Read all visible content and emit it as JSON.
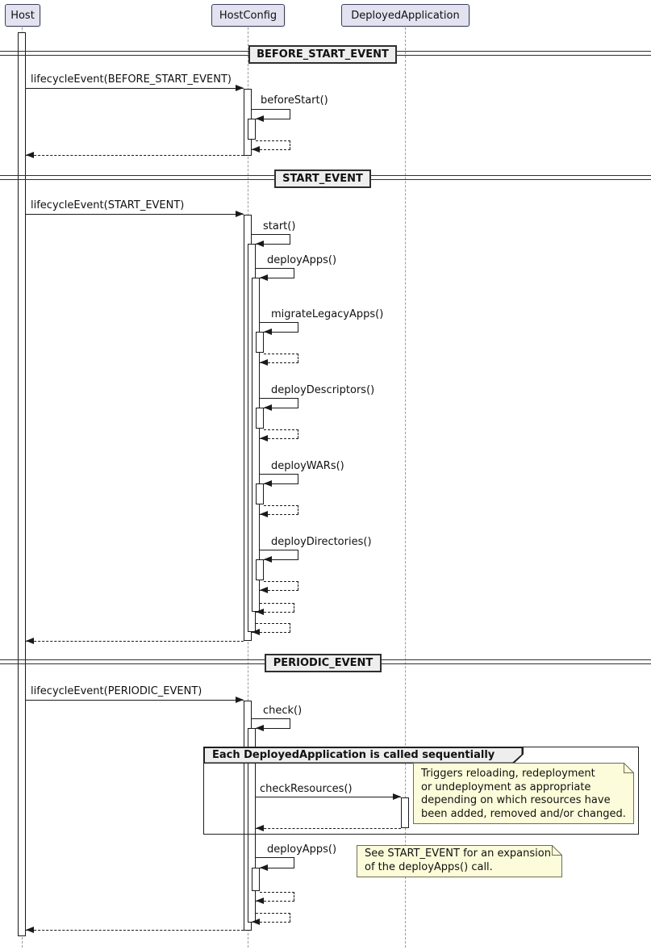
{
  "diagram": {
    "type": "uml-sequence",
    "participants": [
      {
        "name": "Host"
      },
      {
        "name": "HostConfig"
      },
      {
        "name": "DeployedApplication"
      }
    ],
    "dividers": [
      {
        "label": "BEFORE_START_EVENT"
      },
      {
        "label": "START_EVENT"
      },
      {
        "label": "PERIODIC_EVENT"
      }
    ],
    "messages": {
      "m1": "lifecycleEvent(BEFORE_START_EVENT)",
      "m2": "beforeStart()",
      "m3": "lifecycleEvent(START_EVENT)",
      "m4": "start()",
      "m5": "deployApps()",
      "m6": "migrateLegacyApps()",
      "m7": "deployDescriptors()",
      "m8": "deployWARs()",
      "m9": "deployDirectories()",
      "m10": "lifecycleEvent(PERIODIC_EVENT)",
      "m11": "check()",
      "m12": "checkResources()",
      "m13": "deployApps()"
    },
    "group": {
      "label": "Each DeployedApplication is called sequentially"
    },
    "notes": {
      "note1": "Triggers reloading, redeployment\nor undeployment as appropriate\ndepending on which resources have\nbeen added, removed and/or changed.",
      "note2": "See START_EVENT for an expansion\nof the deployApps() call."
    },
    "colors": {
      "participant_fill": "#E2E2F0",
      "participant_border": "#3E3E5C",
      "divider_fill": "#EEEEEE",
      "note_fill": "#FCFCDA",
      "note_border": "#6E6E54",
      "line": "#1A1A1A",
      "lifeline": "#9A9A9A"
    }
  }
}
